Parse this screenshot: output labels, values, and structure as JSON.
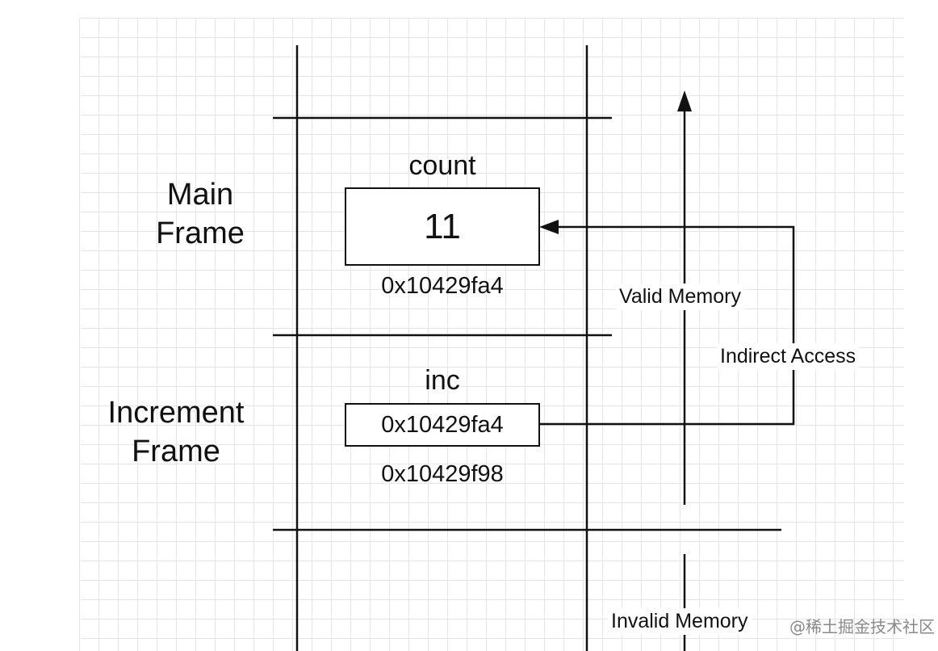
{
  "frames": {
    "main": {
      "label_line1": "Main",
      "label_line2": "Frame"
    },
    "increment": {
      "label_line1": "Increment",
      "label_line2": "Frame"
    }
  },
  "variables": {
    "count": {
      "name": "count",
      "value": "11",
      "address": "0x10429fa4"
    },
    "inc": {
      "name": "inc",
      "value": "0x10429fa4",
      "address": "0x10429f98"
    }
  },
  "memory_regions": {
    "valid": "Valid Memory",
    "invalid": "Invalid Memory"
  },
  "connector_label": "Indirect Access",
  "watermark": "@稀土掘金技术社区",
  "colors": {
    "stroke": "#111111",
    "grid": "#e6e6e6",
    "background": "#ffffff"
  }
}
